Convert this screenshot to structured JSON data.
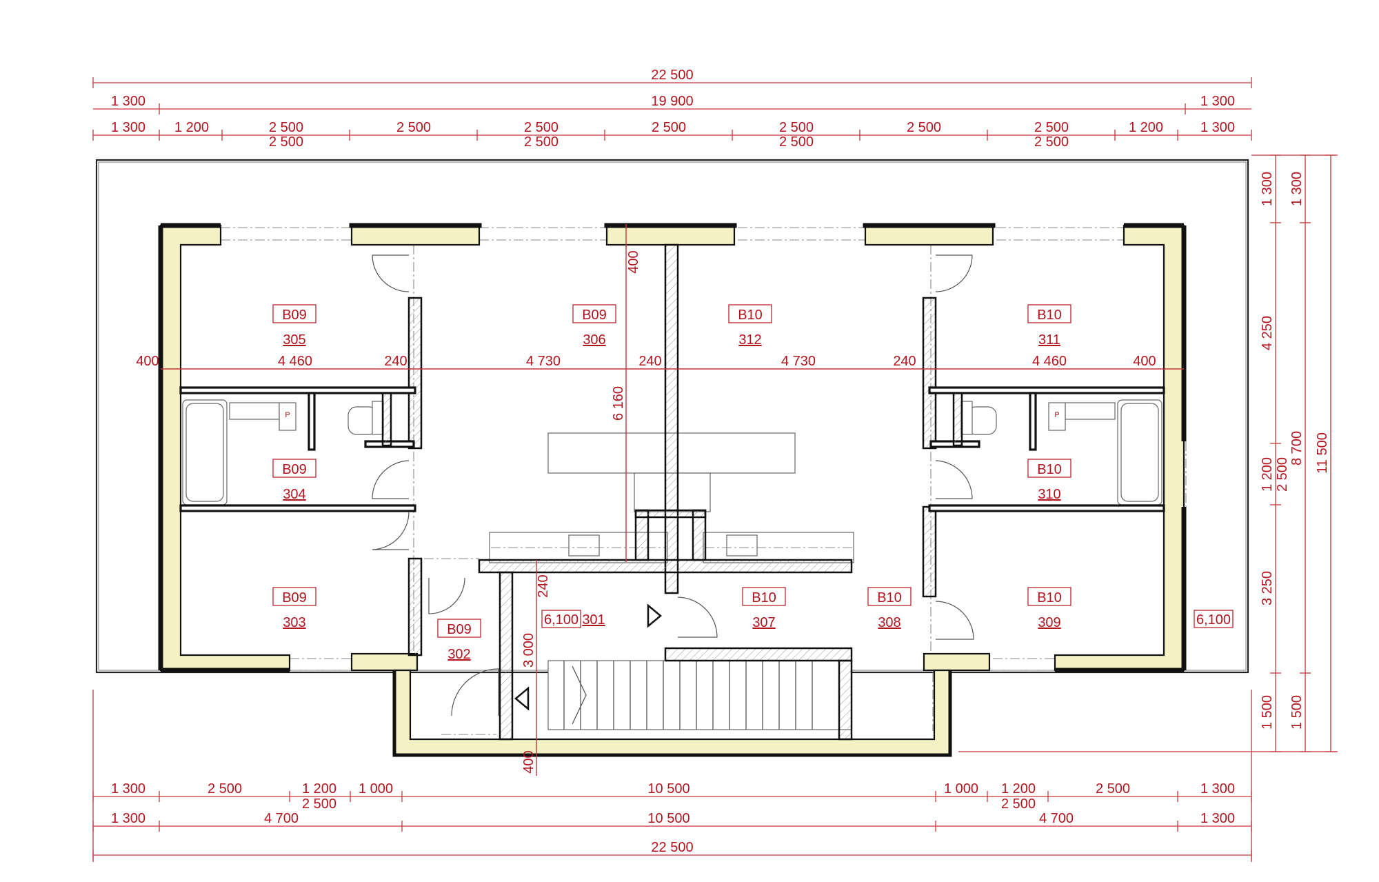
{
  "dimensions": {
    "top_total": "22 500",
    "top_mid": [
      "1 300",
      "19 900",
      "1 300"
    ],
    "top_modules": [
      "1 300",
      "1 200",
      "2 500",
      "2 500",
      "2 500",
      "2 500",
      "2 500",
      "2 500",
      "2 500",
      "1 200",
      "1 300"
    ],
    "top_modules_sub": [
      "2 500",
      "2 500",
      "2 500",
      "2 500"
    ],
    "bottom_row1": [
      "1 300",
      "2 500",
      "1 200",
      "1 000",
      "10 500",
      "1 000",
      "1 200",
      "2 500",
      "1 300"
    ],
    "bottom_row1_sub": [
      "2 500",
      "2 500"
    ],
    "bottom_row2": [
      "1 300",
      "4 700",
      "10 500",
      "4 700",
      "1 300"
    ],
    "bottom_total": "22 500",
    "right_col1": [
      "1 300",
      "4 250",
      "1 200",
      "2 500",
      "3 250",
      "1 500"
    ],
    "right_col2": [
      "1 300",
      "8 700",
      "1 500"
    ],
    "right_total": "11 500",
    "section_line": [
      "400",
      "4 460",
      "240",
      "4 730",
      "240",
      "4 730",
      "240",
      "4 460",
      "400"
    ],
    "vertical_labels": [
      "400",
      "6 160",
      "240",
      "3 000",
      "400"
    ],
    "levels": [
      "6,100",
      "6,100"
    ]
  },
  "rooms": [
    {
      "unit": "B09",
      "number": "305"
    },
    {
      "unit": "B09",
      "number": "306"
    },
    {
      "unit": "B10",
      "number": "312"
    },
    {
      "unit": "B10",
      "number": "311"
    },
    {
      "unit": "B09",
      "number": "304"
    },
    {
      "unit": "B10",
      "number": "310"
    },
    {
      "unit": "B09",
      "number": "303"
    },
    {
      "unit": "B09",
      "number": "302"
    },
    {
      "unit": "B10",
      "number": "307"
    },
    {
      "unit": "B10",
      "number": "308"
    },
    {
      "unit": "B10",
      "number": "309"
    }
  ],
  "landing": {
    "number": "301"
  },
  "fixture_labels": [
    "P",
    "P"
  ]
}
